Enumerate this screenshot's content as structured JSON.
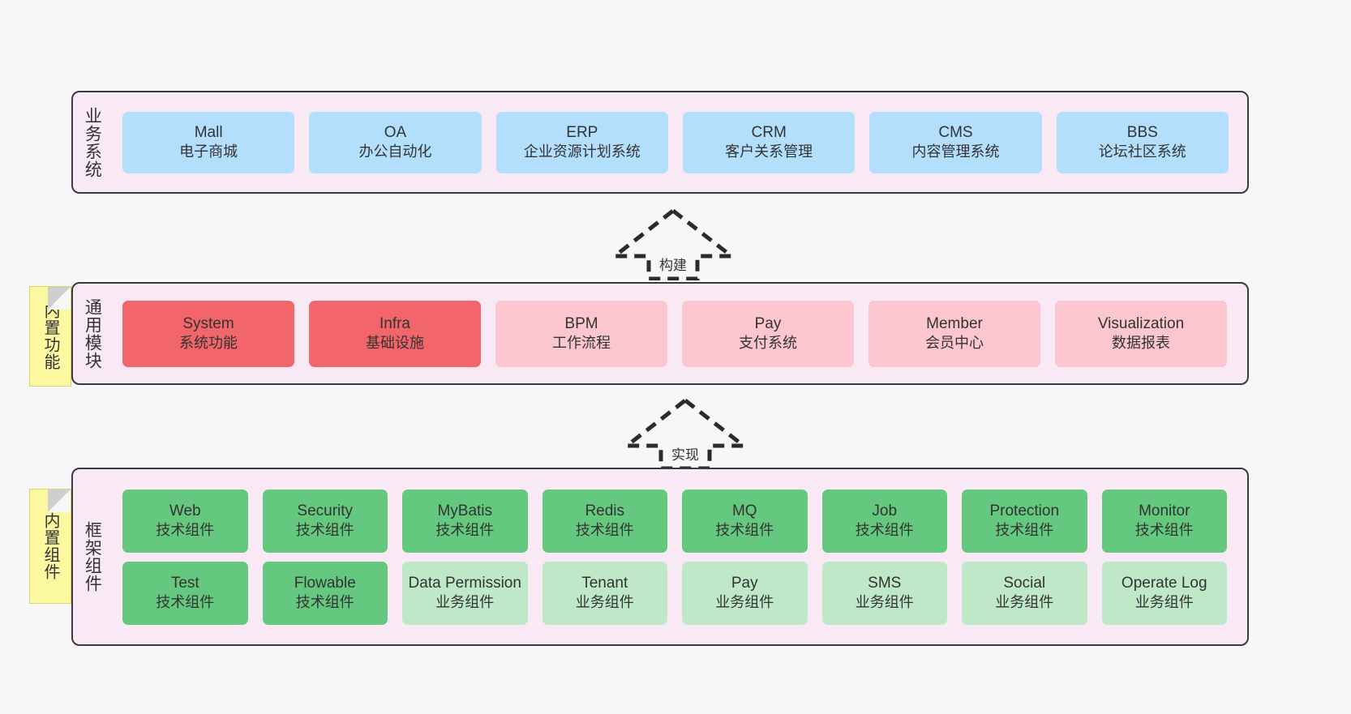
{
  "diagram": {
    "background_color": "#f7f7f7",
    "panel_color": "#f9e9f5",
    "panel_border_color": "#3a3a44"
  },
  "notes": [
    {
      "name": "builtin-features",
      "label": "内置功能",
      "color": "#fbf8a0"
    },
    {
      "name": "builtin-components",
      "label": "内置组件",
      "color": "#fbf8a0"
    }
  ],
  "arrows": [
    {
      "name": "build-arrow",
      "label": "构建",
      "style": "dashed-block-arrow",
      "direction": "up"
    },
    {
      "name": "implement-arrow",
      "label": "实现",
      "style": "dashed-block-arrow",
      "direction": "up"
    }
  ],
  "layers": [
    {
      "id": "business",
      "title": "业务系统",
      "node_color": "#b3dffc",
      "nodes": [
        {
          "en": "Mall",
          "cn": "电子商城"
        },
        {
          "en": "OA",
          "cn": "办公自动化"
        },
        {
          "en": "ERP",
          "cn": "企业资源计划系统"
        },
        {
          "en": "CRM",
          "cn": "客户关系管理"
        },
        {
          "en": "CMS",
          "cn": "内容管理系统"
        },
        {
          "en": "BBS",
          "cn": "论坛社区系统"
        }
      ]
    },
    {
      "id": "modules",
      "title": "通用模块",
      "node_color_strong": "#f2656a",
      "node_color_light": "#fbc6cd",
      "nodes": [
        {
          "en": "System",
          "cn": "系统功能",
          "variant": "strong"
        },
        {
          "en": "Infra",
          "cn": "基础设施",
          "variant": "strong"
        },
        {
          "en": "BPM",
          "cn": "工作流程",
          "variant": "light"
        },
        {
          "en": "Pay",
          "cn": "支付系统",
          "variant": "light"
        },
        {
          "en": "Member",
          "cn": "会员中心",
          "variant": "light"
        },
        {
          "en": "Visualization",
          "cn": "数据报表",
          "variant": "light"
        }
      ]
    },
    {
      "id": "framework",
      "title": "框架组件",
      "node_color_tech": "#64c97f",
      "node_color_biz": "#bfe8c8",
      "rows": [
        {
          "nodes": [
            {
              "en": "Web",
              "cn": "技术组件",
              "variant": "tech"
            },
            {
              "en": "Security",
              "cn": "技术组件",
              "variant": "tech"
            },
            {
              "en": "MyBatis",
              "cn": "技术组件",
              "variant": "tech"
            },
            {
              "en": "Redis",
              "cn": "技术组件",
              "variant": "tech"
            },
            {
              "en": "MQ",
              "cn": "技术组件",
              "variant": "tech"
            },
            {
              "en": "Job",
              "cn": "技术组件",
              "variant": "tech"
            },
            {
              "en": "Protection",
              "cn": "技术组件",
              "variant": "tech"
            },
            {
              "en": "Monitor",
              "cn": "技术组件",
              "variant": "tech"
            }
          ]
        },
        {
          "nodes": [
            {
              "en": "Test",
              "cn": "技术组件",
              "variant": "tech"
            },
            {
              "en": "Flowable",
              "cn": "技术组件",
              "variant": "tech"
            },
            {
              "en": "Data Permission",
              "cn": "业务组件",
              "variant": "biz"
            },
            {
              "en": "Tenant",
              "cn": "业务组件",
              "variant": "biz"
            },
            {
              "en": "Pay",
              "cn": "业务组件",
              "variant": "biz"
            },
            {
              "en": "SMS",
              "cn": "业务组件",
              "variant": "biz"
            },
            {
              "en": "Social",
              "cn": "业务组件",
              "variant": "biz"
            },
            {
              "en": "Operate Log",
              "cn": "业务组件",
              "variant": "biz"
            }
          ]
        }
      ]
    }
  ]
}
